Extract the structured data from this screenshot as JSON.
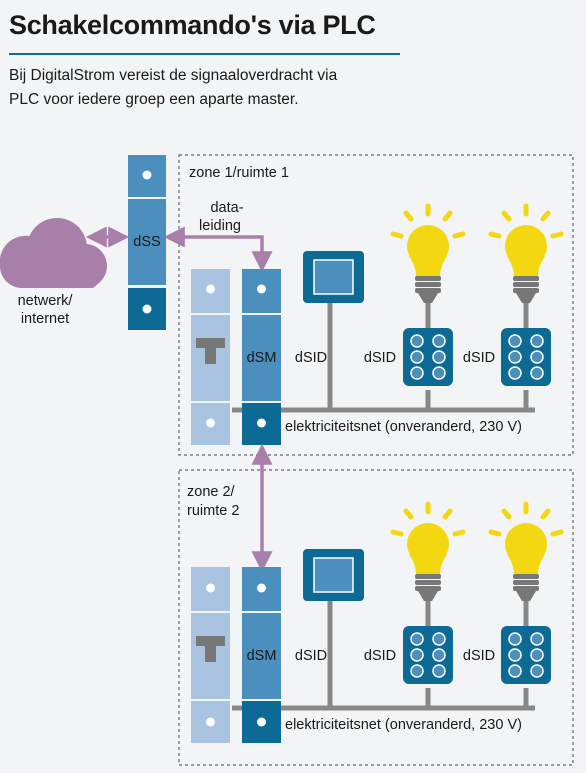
{
  "header": {
    "title": "Schakelcommando's via PLC",
    "subtitle_line1": "Bij DigitalStrom vereist de signaaloverdracht via",
    "subtitle_line2": "PLC voor iedere groep een aparte master."
  },
  "cloud": {
    "label_line1": "netwerk/",
    "label_line2": "internet"
  },
  "server": {
    "label": "dSS"
  },
  "data_line": {
    "label_line1": "data-",
    "label_line2": "leiding"
  },
  "zones": [
    {
      "label_line1": "zone 1/ruimte 1",
      "label_line2": "",
      "meter_label": "dSM",
      "switch_label": "dSID",
      "device_labels": [
        "dSID",
        "dSID"
      ],
      "mains_label": "elektriciteitsnet (onveranderd, 230 V)"
    },
    {
      "label_line1": "zone 2/",
      "label_line2": "ruimte 2",
      "meter_label": "dSM",
      "switch_label": "dSID",
      "device_labels": [
        "dSID",
        "dSID"
      ],
      "mains_label": "elektriciteitsnet (onveranderd, 230 V)"
    }
  ],
  "colors": {
    "purple": "#a77fa8",
    "blue_dark": "#0d6a95",
    "blue_mid": "#4a8fbe",
    "blue_light": "#a9c3e1",
    "yellow": "#f3d711",
    "gray_line": "#888888",
    "rule": "#0e6f96"
  }
}
